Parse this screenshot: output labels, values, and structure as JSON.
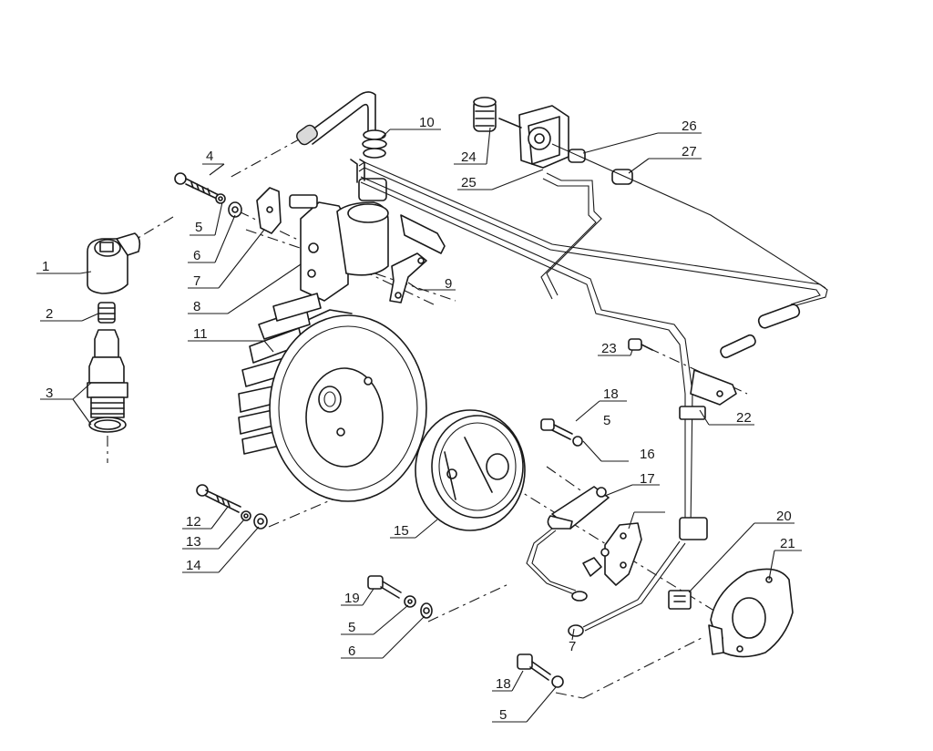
{
  "diagram": {
    "callouts": [
      {
        "id": "c1",
        "text": "1"
      },
      {
        "id": "c2",
        "text": "2"
      },
      {
        "id": "c3",
        "text": "3"
      },
      {
        "id": "c4",
        "text": "4"
      },
      {
        "id": "c5a",
        "text": "5"
      },
      {
        "id": "c6a",
        "text": "6"
      },
      {
        "id": "c7a",
        "text": "7"
      },
      {
        "id": "c8",
        "text": "8"
      },
      {
        "id": "c9",
        "text": "9"
      },
      {
        "id": "c10",
        "text": "10"
      },
      {
        "id": "c11",
        "text": "11"
      },
      {
        "id": "c12",
        "text": "12"
      },
      {
        "id": "c13",
        "text": "13"
      },
      {
        "id": "c14",
        "text": "14"
      },
      {
        "id": "c15",
        "text": "15"
      },
      {
        "id": "c16",
        "text": "16"
      },
      {
        "id": "c17",
        "text": "17"
      },
      {
        "id": "c18a",
        "text": "18"
      },
      {
        "id": "c5b",
        "text": "5"
      },
      {
        "id": "c19",
        "text": "19"
      },
      {
        "id": "c5c",
        "text": "5"
      },
      {
        "id": "c6b",
        "text": "6"
      },
      {
        "id": "c18b",
        "text": "18"
      },
      {
        "id": "c5d",
        "text": "5"
      },
      {
        "id": "c20",
        "text": "20"
      },
      {
        "id": "c21",
        "text": "21"
      },
      {
        "id": "c22",
        "text": "22"
      },
      {
        "id": "c23",
        "text": "23"
      },
      {
        "id": "c24",
        "text": "24"
      },
      {
        "id": "c25",
        "text": "25"
      },
      {
        "id": "c26",
        "text": "26"
      },
      {
        "id": "c27",
        "text": "27"
      },
      {
        "id": "c7b",
        "text": "7"
      }
    ]
  }
}
